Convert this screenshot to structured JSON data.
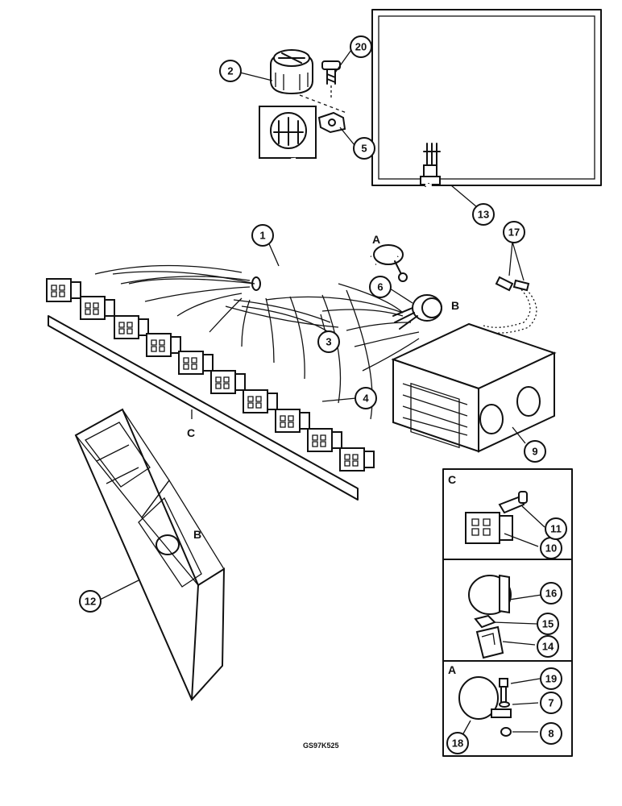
{
  "callouts": [
    {
      "id": "1",
      "label": "1"
    },
    {
      "id": "2",
      "label": "2"
    },
    {
      "id": "3",
      "label": "3"
    },
    {
      "id": "4",
      "label": "4"
    },
    {
      "id": "5",
      "label": "5"
    },
    {
      "id": "6",
      "label": "6"
    },
    {
      "id": "7",
      "label": "7"
    },
    {
      "id": "8",
      "label": "8"
    },
    {
      "id": "9",
      "label": "9"
    },
    {
      "id": "10",
      "label": "10"
    },
    {
      "id": "11",
      "label": "11"
    },
    {
      "id": "12",
      "label": "12"
    },
    {
      "id": "13",
      "label": "13"
    },
    {
      "id": "14",
      "label": "14"
    },
    {
      "id": "15",
      "label": "15"
    },
    {
      "id": "16",
      "label": "16"
    },
    {
      "id": "17",
      "label": "17"
    },
    {
      "id": "18",
      "label": "18"
    },
    {
      "id": "19",
      "label": "19"
    },
    {
      "id": "20",
      "label": "20"
    }
  ],
  "view_letters": {
    "a_main": "A",
    "b_gauge": "B",
    "c_main": "C",
    "b_console": "B",
    "c_inset": "C",
    "a_inset": "A"
  },
  "figure_code": "GS97K525"
}
